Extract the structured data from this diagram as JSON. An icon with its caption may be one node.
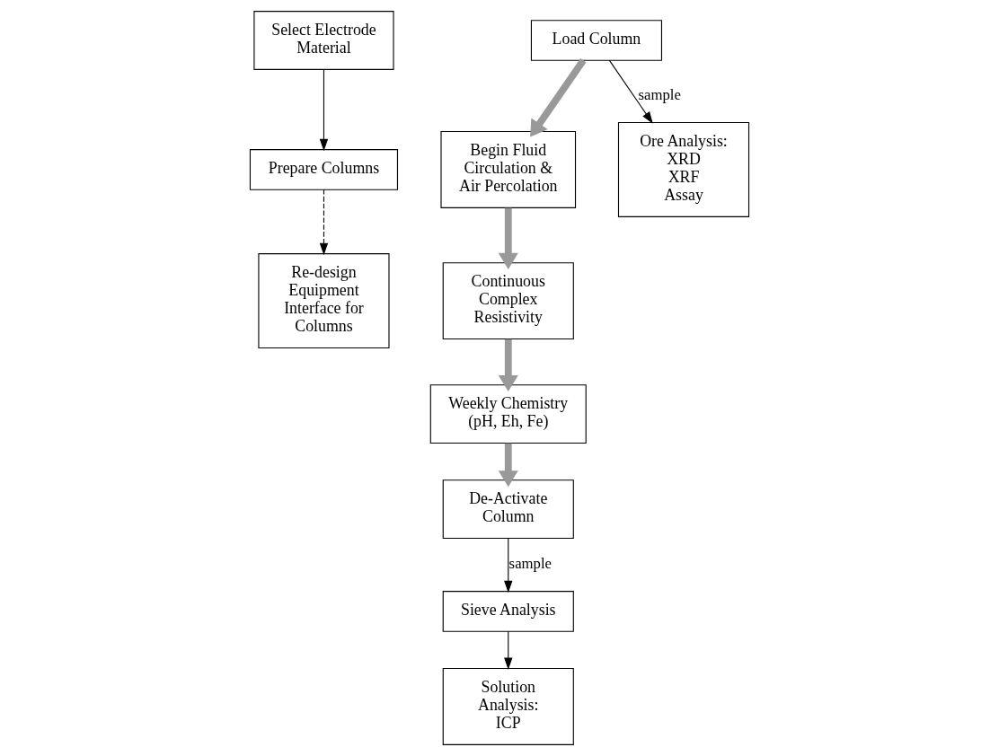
{
  "diagram": {
    "nodes": [
      {
        "text": [
          "Select Electrode Material"
        ]
      },
      {
        "text": [
          "Prepare Columns"
        ]
      },
      {
        "text": [
          "Re-design Equipment Interface for Columns"
        ]
      },
      {
        "text": [
          "Load Column"
        ]
      },
      {
        "text": [
          "Begin Fluid Circulation & Air Percolation"
        ]
      },
      {
        "text": [
          "Continuous Complex Resistivity"
        ]
      },
      {
        "text": [
          "Weekly Chemistry (pH, Eh, Fe)"
        ]
      },
      {
        "text": [
          "Ore Analysis:",
          "XRD",
          "XRF",
          "Assay"
        ]
      },
      {
        "text": [
          "Solution Analysis:",
          "ICP"
        ]
      },
      {
        "text": [
          "Sieve Analysis"
        ]
      },
      {
        "text": [
          "De-Activate Column"
        ]
      }
    ],
    "edges": [
      {
        "from": 0,
        "to": 1,
        "arrow": "to"
      },
      {
        "from": 1,
        "to": 2,
        "arrow": "to",
        "style": "dashed"
      },
      {
        "from": 3,
        "to": 4,
        "arrow": "to",
        "style": "thick",
        "color": "#999999"
      },
      {
        "from": 4,
        "to": 5,
        "arrow": "to",
        "style": "thick",
        "color": "#999999"
      },
      {
        "from": 5,
        "to": 6,
        "arrow": "to",
        "style": "thick",
        "color": "#999999"
      },
      {
        "from": 6,
        "to": 10,
        "arrow": "to",
        "style": "thick",
        "color": "#999999"
      },
      {
        "from": 3,
        "to": 7,
        "arrow": "to",
        "label": "sample"
      },
      {
        "from": 10,
        "to": 9,
        "arrow": "to",
        "label": "sample"
      },
      {
        "from": 9,
        "to": 8,
        "arrow": "to"
      }
    ]
  }
}
